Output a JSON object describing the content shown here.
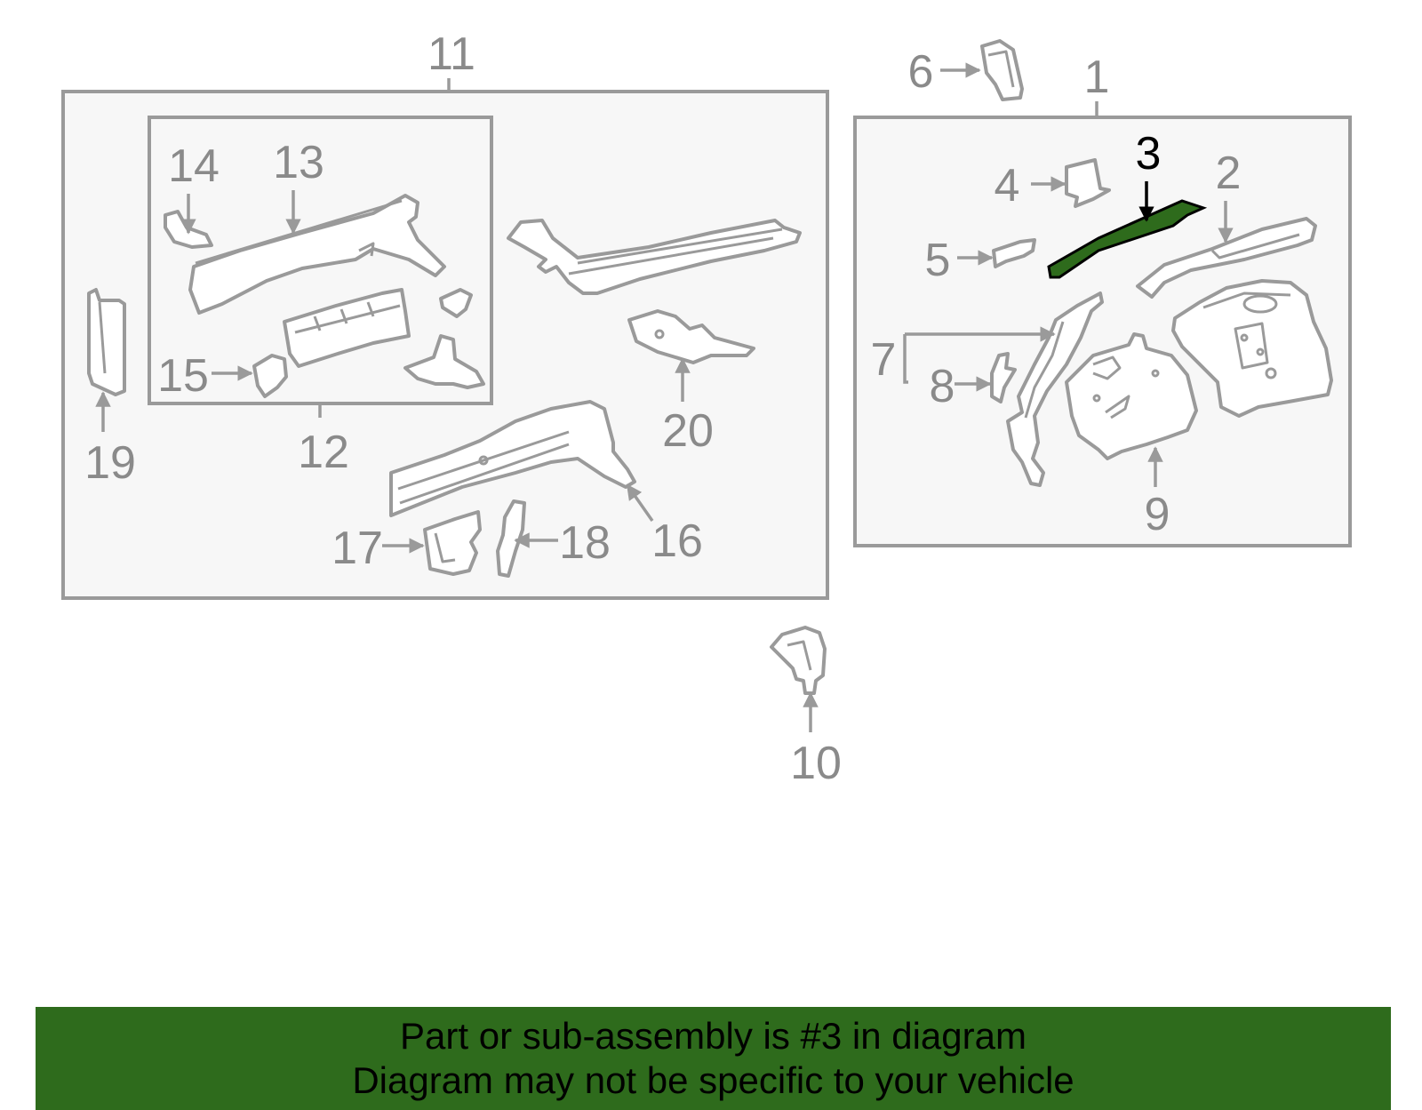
{
  "labels": {
    "l1": "1",
    "l2": "2",
    "l3": "3",
    "l4": "4",
    "l5": "5",
    "l6": "6",
    "l7": "7",
    "l8": "8",
    "l9": "9",
    "l10": "10",
    "l11": "11",
    "l12": "12",
    "l13": "13",
    "l14": "14",
    "l15": "15",
    "l16": "16",
    "l17": "17",
    "l18": "18",
    "l19": "19",
    "l20": "20"
  },
  "highlighted_part": "3",
  "colors": {
    "highlight": "#2e6b1c",
    "line": "#9a9a9a",
    "group_box": "#f7f7f7"
  },
  "banner": {
    "line1": "Part or sub-assembly is #3 in diagram",
    "line2": "Diagram may not be specific to your vehicle"
  }
}
